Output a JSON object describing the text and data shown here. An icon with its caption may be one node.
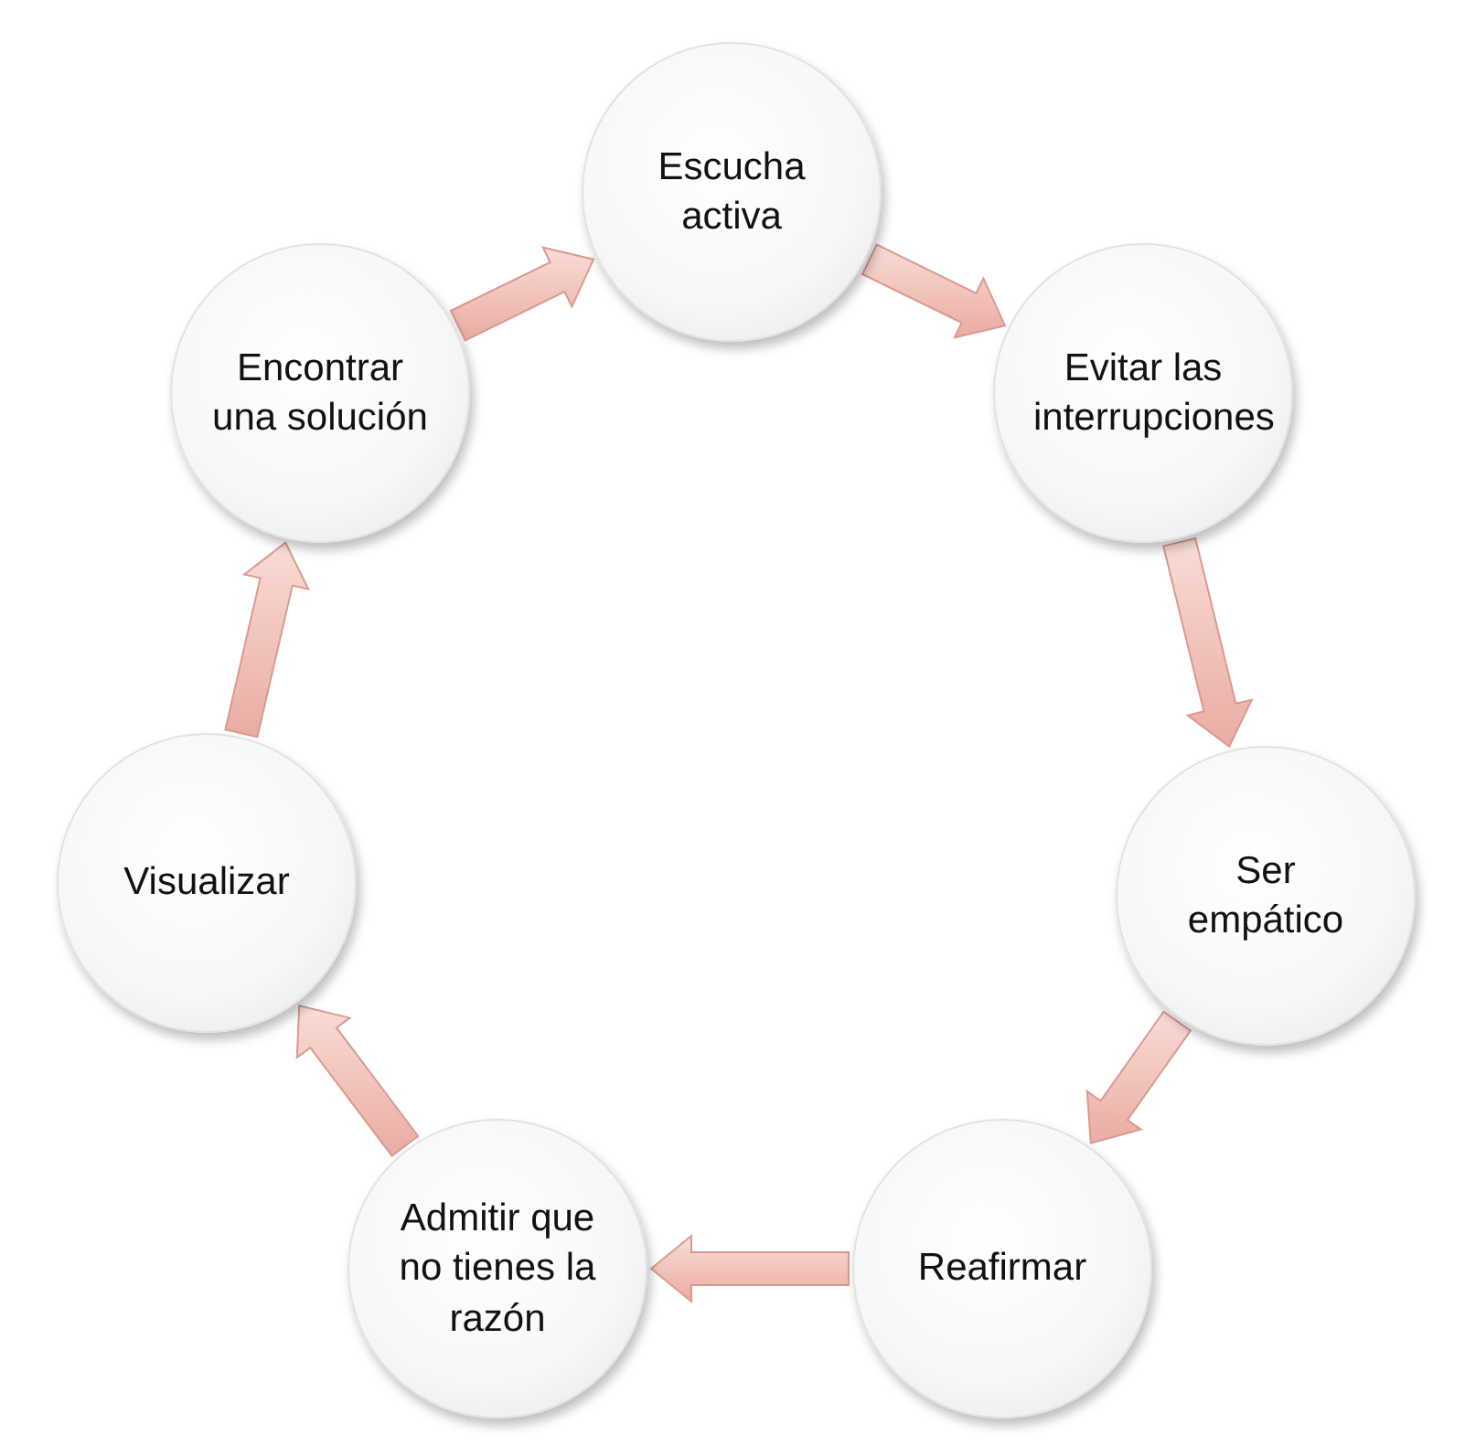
{
  "diagram": {
    "nodes": [
      {
        "text": [
          "Escucha activa"
        ]
      },
      {
        "text": [
          "Evitar las interrupciones"
        ]
      },
      {
        "text": [
          "Ser empático"
        ]
      },
      {
        "text": [
          "Reafirmar"
        ]
      },
      {
        "text": [
          "Admitir que no tienes la razón"
        ]
      },
      {
        "text": [
          "Visualizar"
        ]
      },
      {
        "text": [
          "Encontrar una solución"
        ]
      }
    ],
    "edges": [
      {
        "from": 0,
        "to": 1,
        "arrow": "to"
      },
      {
        "from": 1,
        "to": 2,
        "arrow": "to"
      },
      {
        "from": 2,
        "to": 3,
        "arrow": "to"
      },
      {
        "from": 3,
        "to": 4,
        "arrow": "to"
      },
      {
        "from": 4,
        "to": 5,
        "arrow": "to"
      },
      {
        "from": 5,
        "to": 6,
        "arrow": "to"
      },
      {
        "from": 6,
        "to": 0,
        "arrow": "to"
      }
    ]
  }
}
